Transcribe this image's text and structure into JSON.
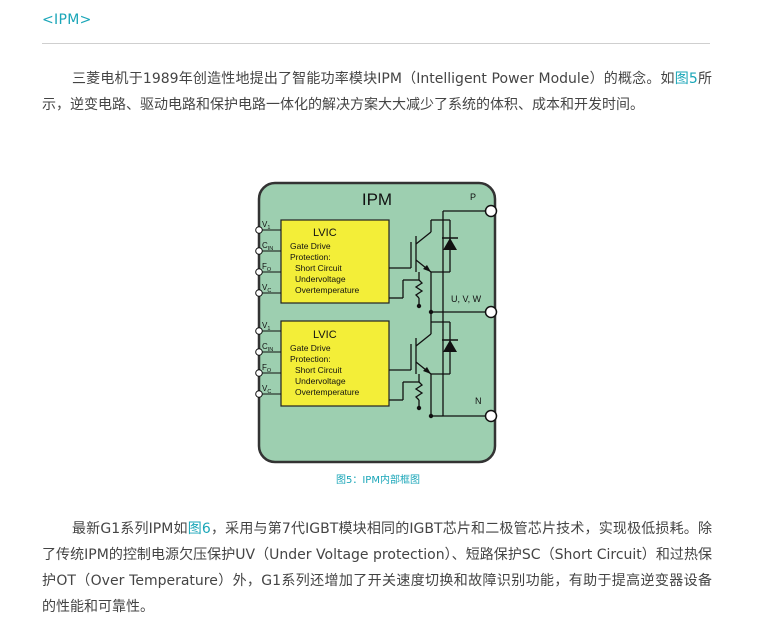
{
  "header": {
    "title": "<IPM>"
  },
  "para1": {
    "t1": "三菱电机于1989年创造性地提出了智能功率模块IPM（Intelligent Power Module）的概念。如",
    "link": "图5",
    "t2": "所示，逆变电路、驱动电路和保护电路一体化的解决方案大大减少了系统的体积、成本和开发时间。"
  },
  "figure": {
    "module_label": "IPM",
    "terminal_p": "P",
    "terminal_out": "U, V, W",
    "terminal_n": "N",
    "blocks": [
      {
        "title": "LVIC",
        "lines": [
          "Gate Drive",
          "Protection:",
          "Short Circuit",
          "Undervoltage",
          "Overtemperature"
        ],
        "pins": [
          {
            "main": "V",
            "sub": "1"
          },
          {
            "main": "C",
            "sub": "IN"
          },
          {
            "main": "F",
            "sub": "O"
          },
          {
            "main": "V",
            "sub": "C"
          }
        ]
      },
      {
        "title": "LVIC",
        "lines": [
          "Gate Drive",
          "Protection:",
          "Short Circuit",
          "Undervoltage",
          "Overtemperature"
        ],
        "pins": [
          {
            "main": "V",
            "sub": "1"
          },
          {
            "main": "C",
            "sub": "IN"
          },
          {
            "main": "F",
            "sub": "O"
          },
          {
            "main": "V",
            "sub": "C"
          }
        ]
      }
    ],
    "colors": {
      "module_fill": "#9dcfb0",
      "lvic_fill": "#f3ee38",
      "accent": "#1aa6b8"
    },
    "caption": "图5：IPM内部框图"
  },
  "para2": {
    "t1": "最新G1系列IPM如",
    "link": "图6",
    "t2": "，采用与第7代IGBT模块相同的IGBT芯片和二极管芯片技术，实现极低损耗。除了传统IPM的控制电源欠压保护UV（Under Voltage protection）、短路保护SC（Short Circuit）和过热保护OT（Over Temperature）外，G1系列还增加了开关速度切换和故障识别功能，有助于提高逆变器设备的性能和可靠性。"
  }
}
